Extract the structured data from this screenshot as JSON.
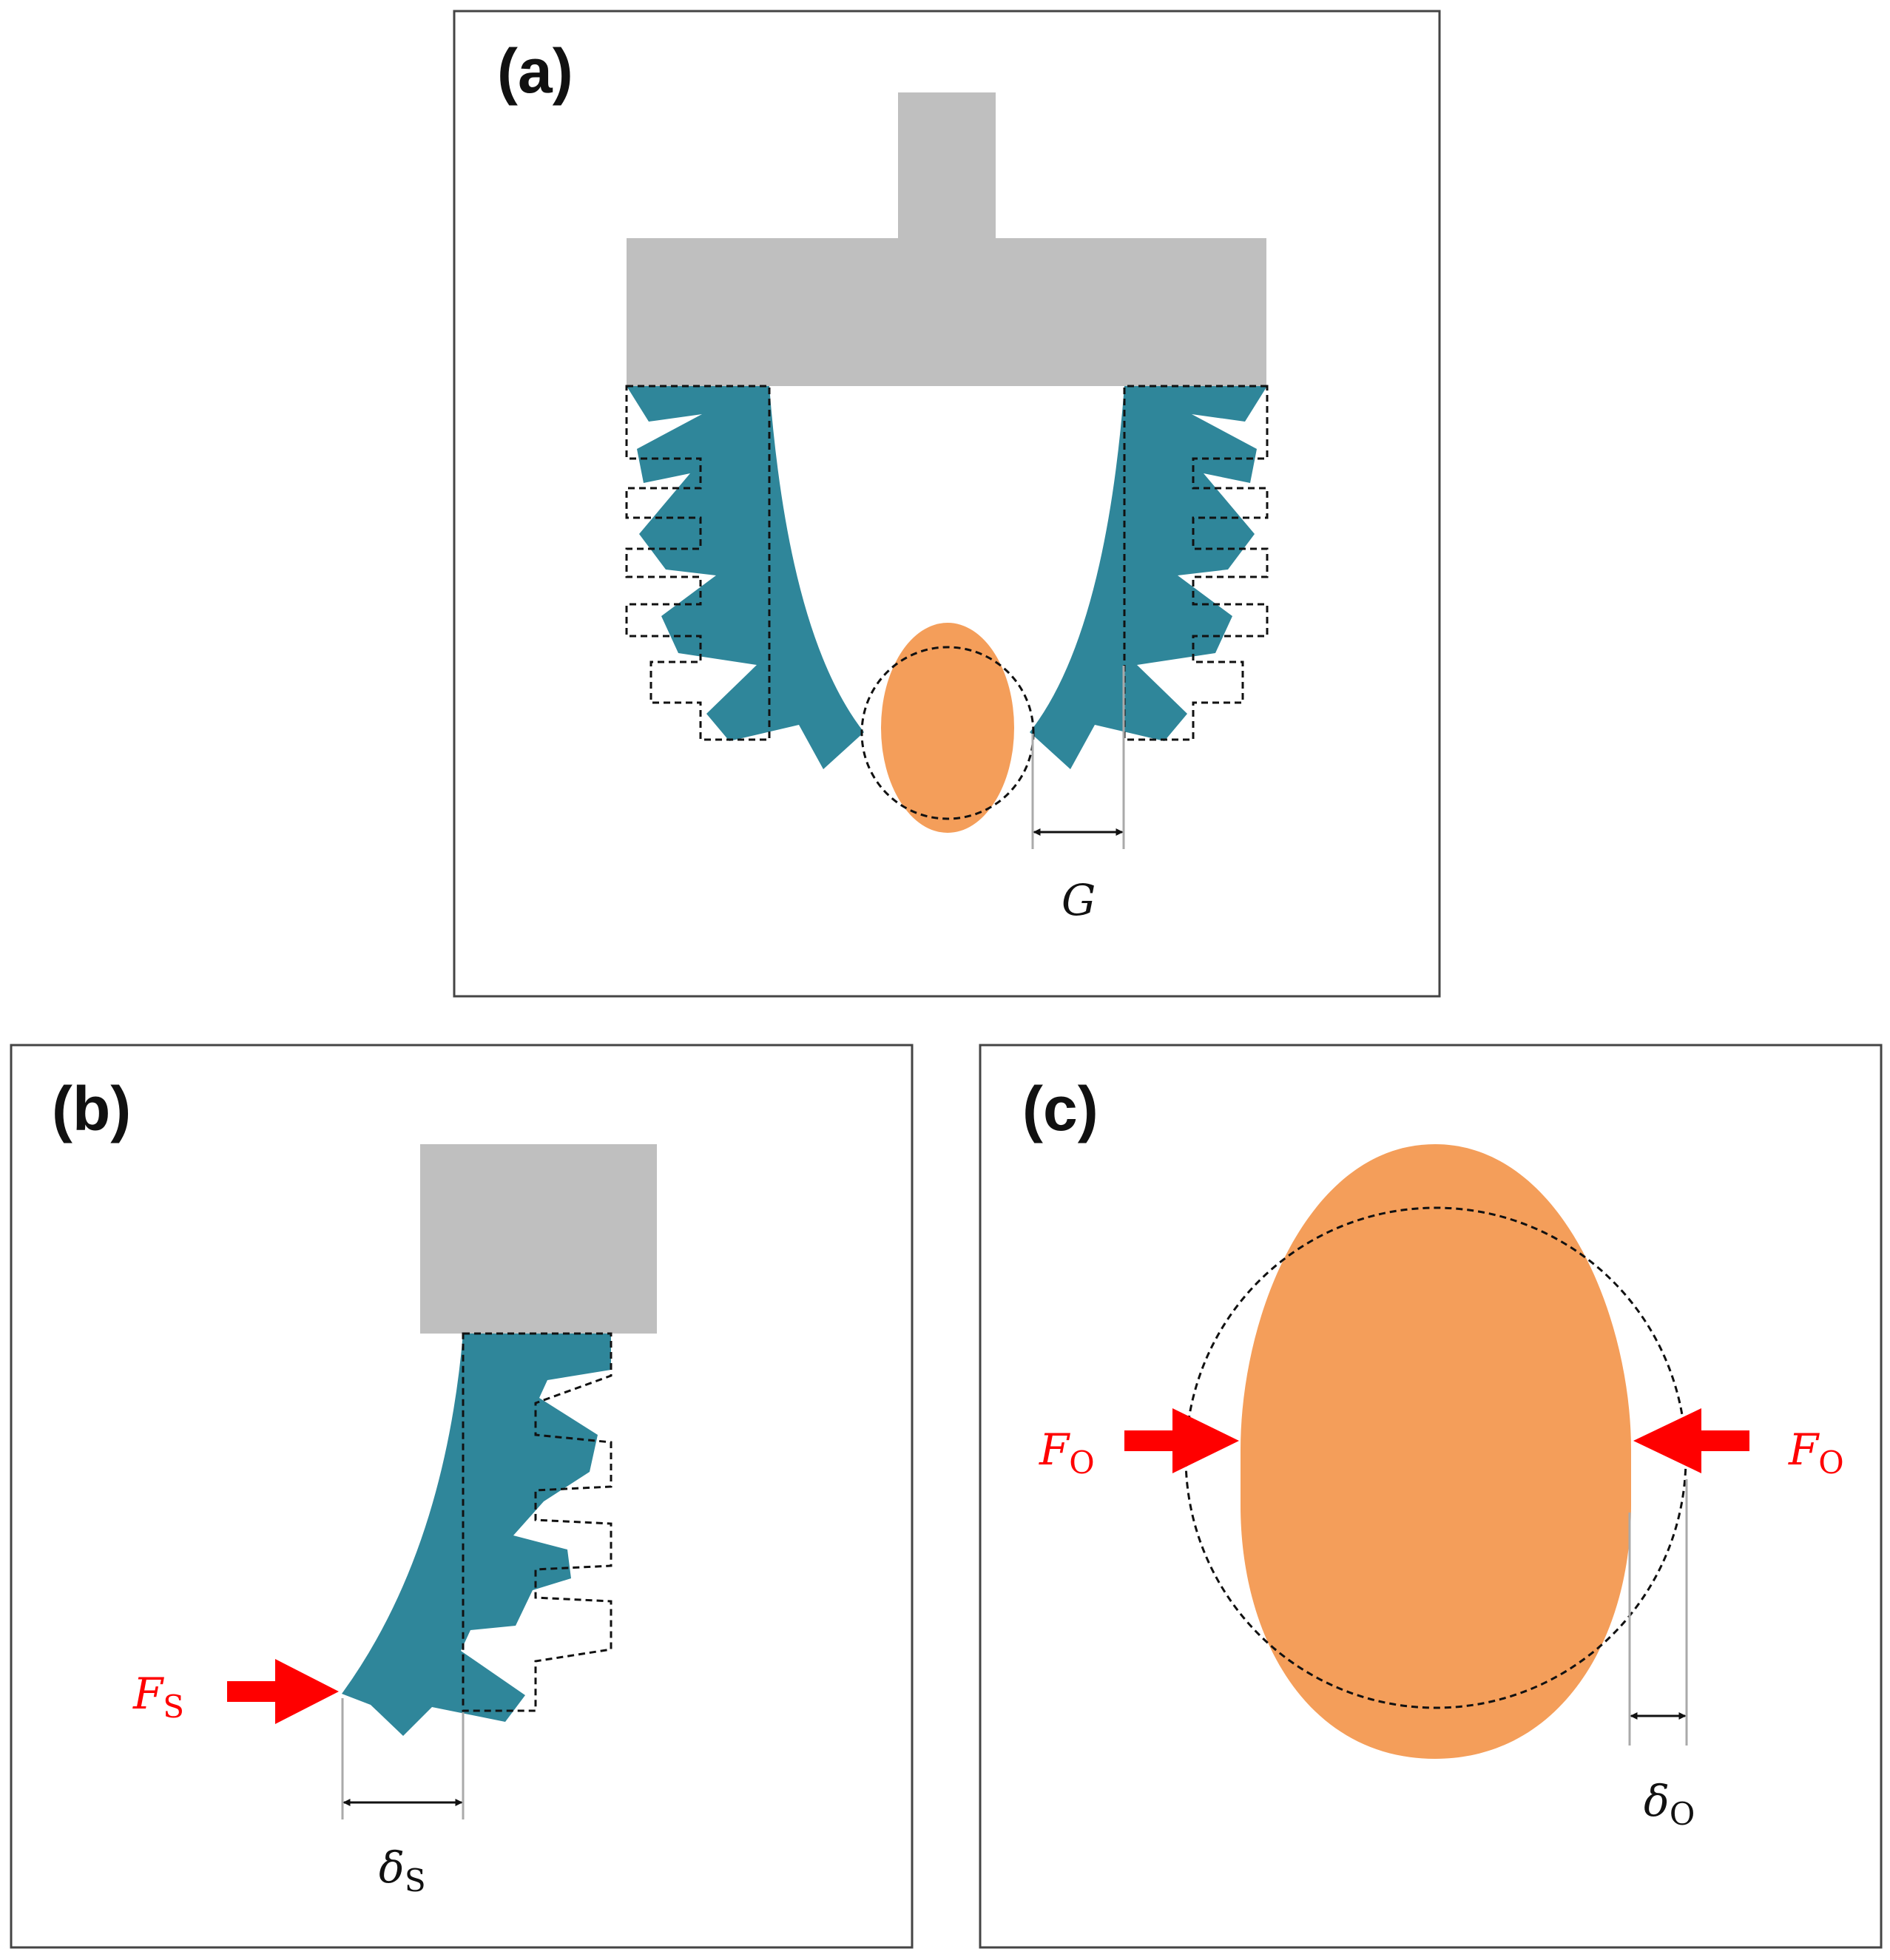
{
  "panels": {
    "a": {
      "label": "(a)",
      "gap_symbol": "G"
    },
    "b": {
      "label": "(b)",
      "force_symbol": "F",
      "force_subscript": "S",
      "deflection_symbol": "δ",
      "deflection_subscript": "S"
    },
    "c": {
      "label": "(c)",
      "force_symbol": "F",
      "force_subscript": "O",
      "deflection_symbol": "δ",
      "deflection_subscript": "O"
    }
  },
  "colors": {
    "gripper_base": "#bfbfbf",
    "soft_finger": "#2f869a",
    "object": "#f49e5a",
    "force_arrow": "#ff0000",
    "outline": "#111111"
  },
  "icons": {
    "force_arrow": "red-right-arrow",
    "dimension_arrow": "double-headed-arrow"
  }
}
